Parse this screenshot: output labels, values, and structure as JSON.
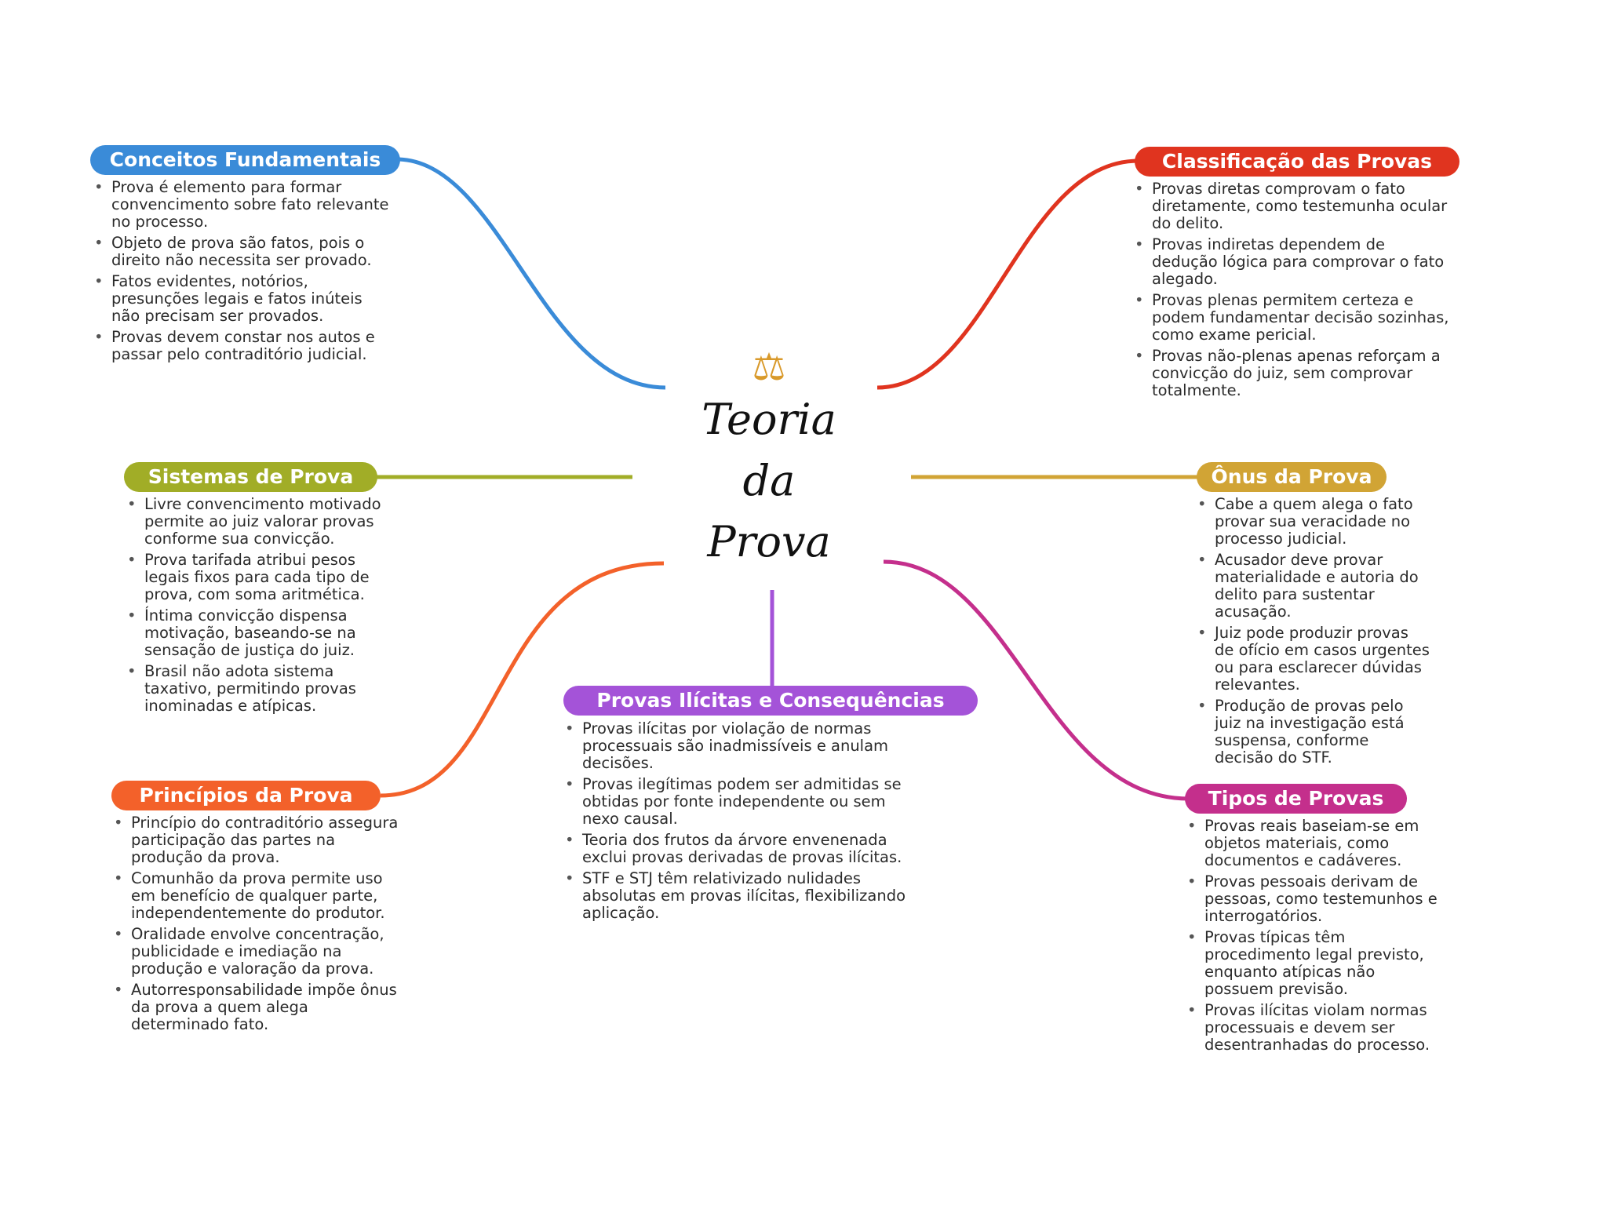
{
  "center": {
    "icon": "balance-scale-icon",
    "title_lines": [
      "Teoria",
      "da",
      "Prova"
    ]
  },
  "branches": [
    {
      "id": "conceitos",
      "title": "Conceitos Fundamentais",
      "color": "#3a8bd8",
      "items": [
        "Prova é elemento para formar convencimento sobre fato relevante no processo.",
        "Objeto de prova são fatos, pois o direito não necessita ser provado.",
        "Fatos evidentes, notórios, presunções legais e fatos inúteis não precisam ser provados.",
        "Provas devem constar nos autos e passar pelo contraditório judicial."
      ]
    },
    {
      "id": "classificacao",
      "title": "Classificação das Provas",
      "color": "#e0341f",
      "items": [
        "Provas diretas comprovam o fato diretamente, como testemunha ocular do delito.",
        "Provas indiretas dependem de dedução lógica para comprovar o fato alegado.",
        "Provas plenas permitem certeza e podem fundamentar decisão sozinhas, como exame pericial.",
        "Provas não-plenas apenas reforçam a convicção do juiz, sem comprovar totalmente."
      ]
    },
    {
      "id": "sistemas",
      "title": "Sistemas de Prova",
      "color": "#a1ad27",
      "items": [
        "Livre convencimento motivado permite ao juiz valorar provas conforme sua convicção.",
        "Prova tarifada atribui pesos legais fixos para cada tipo de prova, com soma aritmética.",
        "Íntima convicção dispensa motivação, baseando-se na sensação de justiça do juiz.",
        "Brasil não adota sistema taxativo, permitindo provas inominadas e atípicas."
      ]
    },
    {
      "id": "onus",
      "title": "Ônus da Prova",
      "color": "#d1a435",
      "items": [
        "Cabe a quem alega o fato provar sua veracidade no processo judicial.",
        "Acusador deve provar materialidade e autoria do delito para sustentar acusação.",
        "Juiz pode produzir provas de ofício em casos urgentes ou para esclarecer dúvidas relevantes.",
        "Produção de provas pelo juiz na investigação está suspensa, conforme decisão do STF."
      ]
    },
    {
      "id": "principios",
      "title": "Princípios da Prova",
      "color": "#f3612a",
      "items": [
        "Princípio do contraditório assegura participação das partes na produção da prova.",
        "Comunhão da prova permite uso em benefício de qualquer parte, independentemente do produtor.",
        "Oralidade envolve concentração, publicidade e imediação na produção e valoração da prova.",
        "Autorresponsabilidade impõe ônus da prova a quem alega determinado fato."
      ]
    },
    {
      "id": "ilicitas",
      "title": "Provas Ilícitas e Consequências",
      "color": "#a453d8",
      "items": [
        "Provas ilícitas por violação de normas processuais são inadmissíveis e anulam decisões.",
        "Provas ilegítimas podem ser admitidas se obtidas por fonte independente ou sem nexo causal.",
        "Teoria dos frutos da árvore envenenada exclui provas derivadas de provas ilícitas.",
        "STF e STJ têm relativizado nulidades absolutas em provas ilícitas, flexibilizando aplicação."
      ]
    },
    {
      "id": "tipos",
      "title": "Tipos de Provas",
      "color": "#c42f8c",
      "items": [
        "Provas reais baseiam-se em objetos materiais, como documentos e cadáveres.",
        "Provas pessoais derivam de pessoas, como testemunhos e interrogatórios.",
        "Provas típicas têm procedimento legal previsto, enquanto atípicas não possuem previsão.",
        "Provas ilícitas violam normas processuais e devem ser desentranhadas do processo."
      ]
    }
  ]
}
